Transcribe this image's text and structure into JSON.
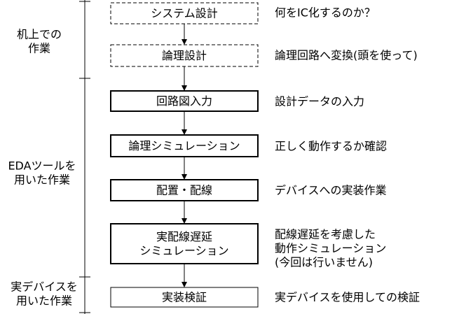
{
  "stages": [
    {
      "label_lines": [
        "システム設計"
      ],
      "style": "dashed",
      "description_lines": [
        "何をIC化するのか？"
      ]
    },
    {
      "label_lines": [
        "論理設計"
      ],
      "style": "dashed",
      "description_lines": [
        "論理回路へ変換(頭を使って)"
      ]
    },
    {
      "label_lines": [
        "回路図入力"
      ],
      "style": "solid",
      "description_lines": [
        "設計データの入力"
      ]
    },
    {
      "label_lines": [
        "論理シミュレーション"
      ],
      "style": "solid",
      "description_lines": [
        "正しく動作するか確認"
      ]
    },
    {
      "label_lines": [
        "配置・配線"
      ],
      "style": "solid",
      "description_lines": [
        "デバイスへの実装作業"
      ]
    },
    {
      "label_lines": [
        "実配線遅延",
        "シミュレーション"
      ],
      "style": "solid",
      "description_lines": [
        "配線遅延を考慮した",
        "動作シミュレーション",
        "(今回は行いません)"
      ]
    },
    {
      "label_lines": [
        "実装検証"
      ],
      "style": "thin",
      "description_lines": [
        "実デバイスを使用しての検証"
      ]
    }
  ],
  "groups": [
    {
      "label_lines": [
        "机上での",
        "作業"
      ]
    },
    {
      "label_lines": [
        "EDAツールを",
        "用いた作業"
      ]
    },
    {
      "label_lines": [
        "実デバイスを",
        "用いた作業"
      ]
    }
  ]
}
